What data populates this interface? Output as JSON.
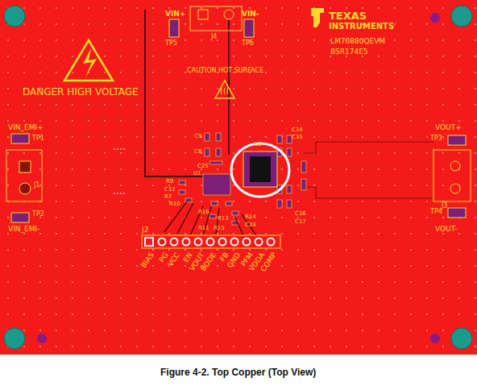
{
  "diagram": {
    "caption": "Figure 4-2. Top Copper (Top View)",
    "labels": [
      "VIN+",
      "TP5",
      "J4",
      "VIN-",
      "TP6",
      "TEXAS",
      "INSTRUMENTS",
      "LM70880QEVM",
      "BSR174E5",
      "DANGER HIGH VOLTAGE",
      "CAUTION HOT SURFACE",
      "VIN_EMI+",
      "TP1",
      "J1",
      "TP2",
      "VIN_EMI-",
      "VOUT+",
      "TP3",
      "J3",
      "TP4",
      "VOUT-",
      "C14",
      "C15",
      "L3",
      "C9",
      "C8",
      "C25",
      "U1",
      "R9",
      "C12",
      "R7",
      "R10",
      "R16",
      "R13",
      "R11",
      "R15",
      "R14",
      "C24",
      "C16",
      "C17",
      "J2",
      "BIAS",
      "PG",
      "VCC",
      "EN",
      "VOUT",
      "BODE",
      "FB",
      "GND",
      "PFM",
      "VDDA",
      "COMP"
    ]
  }
}
